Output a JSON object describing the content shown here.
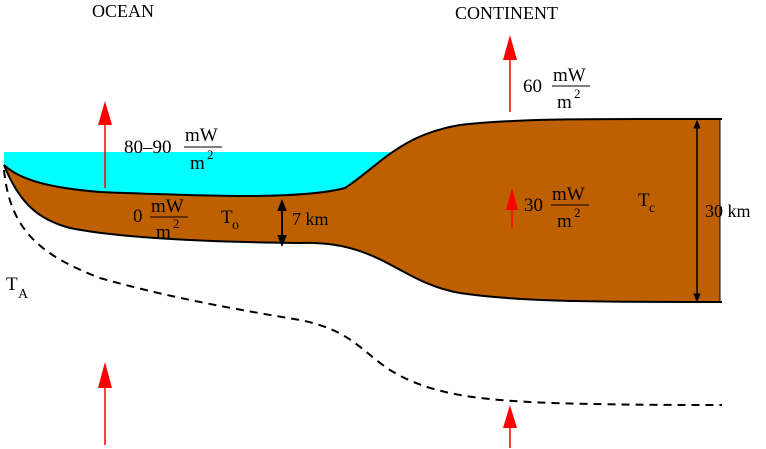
{
  "labels": {
    "ocean": "OCEAN",
    "continent": "CONTINENT",
    "ocean_flux": {
      "prefix": "80–90",
      "num": "mW",
      "den_base": "m",
      "den_exp": "2"
    },
    "continent_surface_flux": {
      "prefix": "60",
      "num": "mW",
      "den_base": "m",
      "den_exp": "2"
    },
    "oceanic_crust_flux": {
      "prefix": "0",
      "num": "mW",
      "den_base": "m",
      "den_exp": "2"
    },
    "continental_crust_flux": {
      "prefix": "30",
      "num": "mW",
      "den_base": "m",
      "den_exp": "2"
    },
    "t_ocean": {
      "base": "T",
      "sub": "o"
    },
    "t_continent": {
      "base": "T",
      "sub": "c"
    },
    "t_asthenosphere": {
      "base": "T",
      "sub": "A"
    },
    "ocean_crust_thickness": "7 km",
    "continent_crust_thickness": "30 km"
  },
  "colors": {
    "water": "#00ffff",
    "crust": "#bf6000",
    "arrow": "#ff0000",
    "line": "#000000"
  },
  "icons": {
    "heat_flow_arrow": "red-up-arrow",
    "thickness_marker": "double-headed-arrow"
  }
}
